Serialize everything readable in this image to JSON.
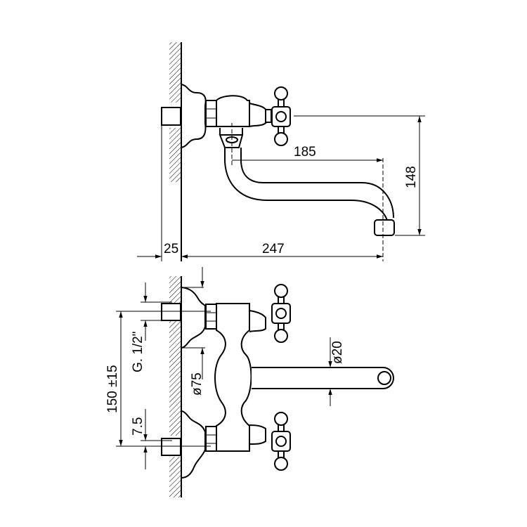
{
  "drawing": {
    "side_view": {
      "dim_wall_offset": "25",
      "dim_total_reach": "247",
      "dim_spout_reach": "185",
      "dim_height": "148"
    },
    "front_view": {
      "dim_center_distance": "150 ±15",
      "dim_thread": "G. 1/2\"",
      "dim_thread_main": "G. ",
      "dim_thread_num": "1",
      "dim_thread_den": "/2\"",
      "dim_inlet_offset": "7.5",
      "dim_escutcheon_diameter": "ø75",
      "dim_spout_diameter": "ø20"
    },
    "colors": {
      "line": "#000000",
      "background": "#ffffff"
    }
  }
}
